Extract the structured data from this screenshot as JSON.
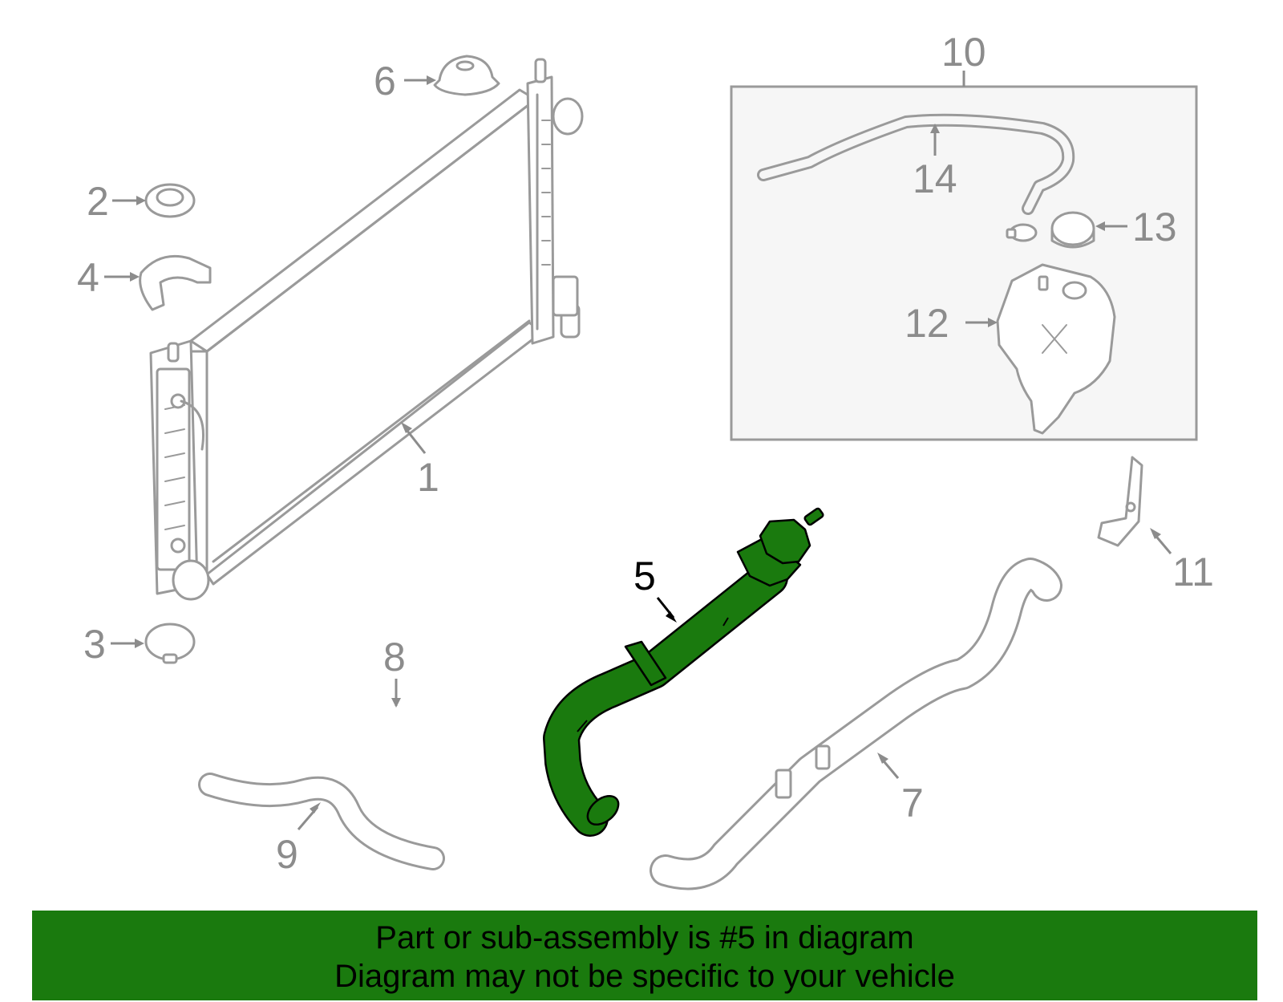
{
  "callouts": {
    "c1": "1",
    "c2": "2",
    "c3": "3",
    "c4": "4",
    "c5": "5",
    "c6": "6",
    "c7": "7",
    "c8": "8",
    "c9": "9",
    "c10": "10",
    "c11": "11",
    "c12": "12",
    "c13": "13",
    "c14": "14"
  },
  "highlighted_part": "5",
  "colors": {
    "highlight": "#1a7a0e",
    "line_art": "#9a9a9a",
    "box_bg": "#f6f6f6"
  },
  "banner": {
    "line1": "Part or sub-assembly is #5 in diagram",
    "line2": "Diagram may not be specific to your vehicle"
  }
}
